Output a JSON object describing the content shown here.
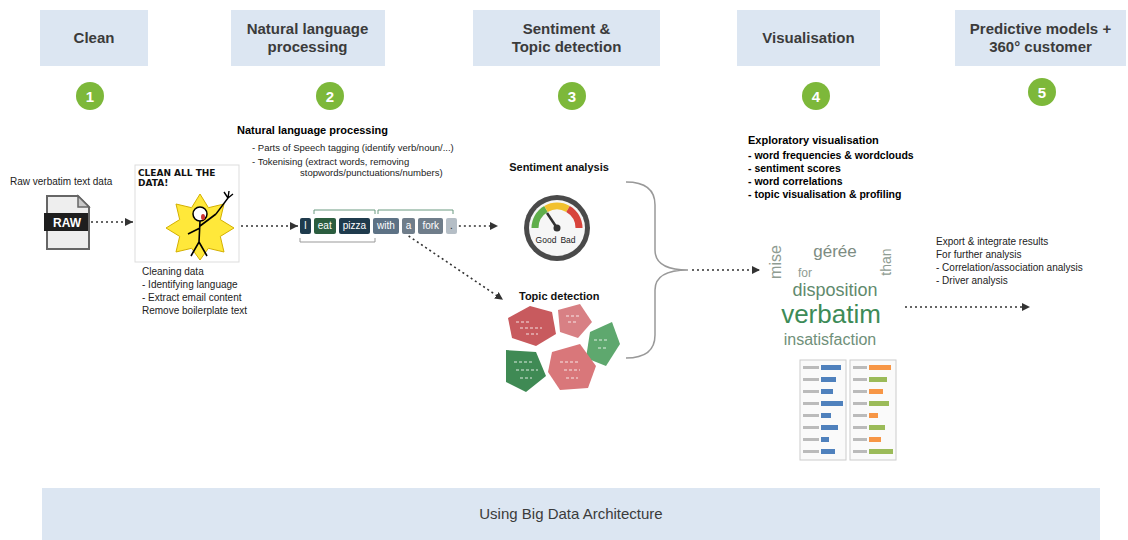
{
  "diagram": {
    "nodes": [
      {
        "text": [
          "Clean"
        ]
      },
      {
        "text": [
          "Natural language processing"
        ]
      },
      {
        "text": [
          "Sentiment & Topic detection"
        ]
      },
      {
        "text": [
          "Visualisation"
        ]
      },
      {
        "text": [
          "Predictive models + 360° customer"
        ]
      },
      {
        "text": [
          "1"
        ]
      },
      {
        "text": [
          "2"
        ]
      },
      {
        "text": [
          "3"
        ]
      },
      {
        "text": [
          "4"
        ]
      },
      {
        "text": [
          "5"
        ]
      },
      {
        "text": [
          "RAW"
        ]
      },
      {
        "text": [
          "CLEAN ALL THE DATA!"
        ]
      },
      {
        "text": [
          "I"
        ]
      },
      {
        "text": [
          "eat"
        ]
      },
      {
        "text": [
          "pizza"
        ]
      },
      {
        "text": [
          "with"
        ]
      },
      {
        "text": [
          "a"
        ]
      },
      {
        "text": [
          "fork"
        ]
      },
      {
        "text": [
          "."
        ]
      },
      {
        "text": [
          "Sentiment analysis",
          "Good",
          "Bad"
        ]
      },
      {
        "text": [
          "Topic detection"
        ]
      },
      {
        "text": [
          "mise",
          "gérée",
          "than",
          "for",
          "disposition",
          "verbatim",
          "insatisfaction"
        ]
      },
      {
        "text": [
          "Using Big Data Architecture"
        ]
      }
    ],
    "edges": [
      {
        "from": 10,
        "to": 11,
        "arrow": "to"
      },
      {
        "from": 11,
        "to": 12,
        "arrow": "to"
      },
      {
        "from": 18,
        "to": 19,
        "arrow": "to"
      },
      {
        "from": 16,
        "to": 20,
        "arrow": "to"
      }
    ],
    "labels": [
      "Raw verbatim text data",
      "Cleaning data",
      "- Identifying language",
      "- Extract email content",
      "Remove boilerplate text",
      "Natural language processing",
      "- Parts of Speech tagging (identify verb/noun/...)",
      "- Tokenising (extract words, removing stopwords/punctuations/numbers)",
      "Exploratory visualisation",
      "- word frequencies & wordclouds",
      "- sentiment scores",
      "- word correlations",
      "- topic visualisation & profiling",
      "Export & integrate results",
      "For further analysis",
      "- Correlation/association analysis",
      "- Driver analysis"
    ]
  }
}
